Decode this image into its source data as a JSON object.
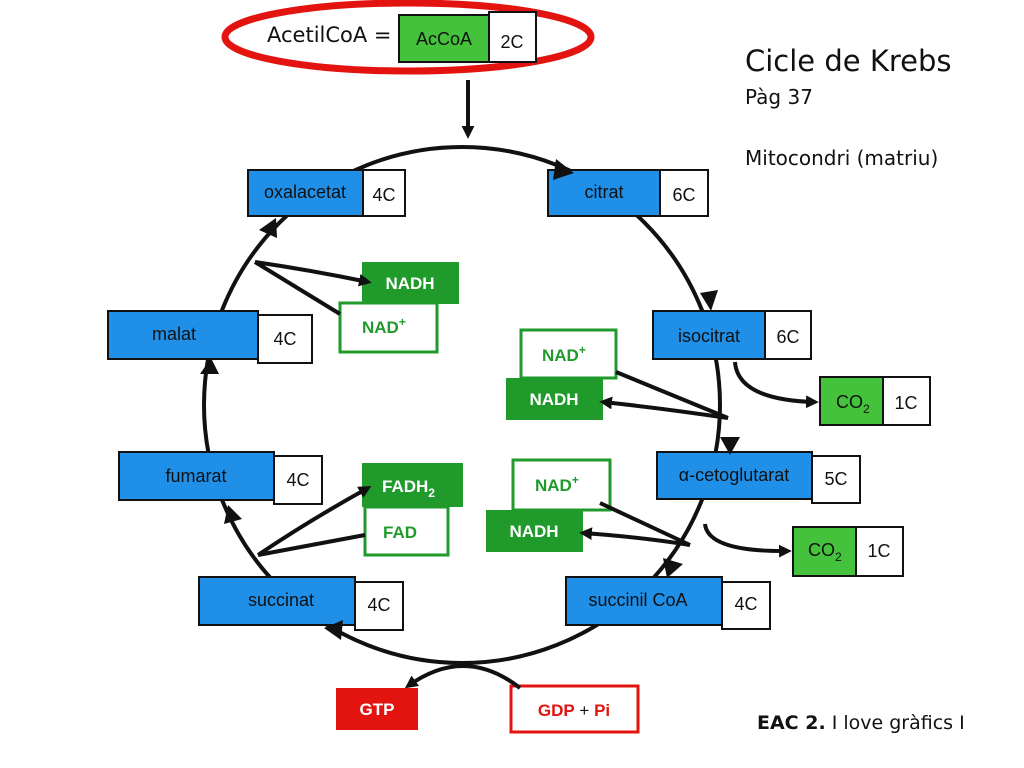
{
  "header": {
    "acetil_label": "AcetilCoA =",
    "accoa_box": "AcCoA",
    "accoa_carbons": "2C"
  },
  "title": {
    "main": "Cicle de Krebs",
    "page": "Pàg 37",
    "location": "Mitocondri (matriu)"
  },
  "metabolites": {
    "oxalacetat": {
      "name": "oxalacetat",
      "carbons": "4C"
    },
    "citrat": {
      "name": "citrat",
      "carbons": "6C"
    },
    "isocitrat": {
      "name": "isocitrat",
      "carbons": "6C"
    },
    "cetoglutarat": {
      "name": "α-cetoglutarat",
      "carbons": "5C"
    },
    "succinil": {
      "name": "succinil CoA",
      "carbons": "4C"
    },
    "succinat": {
      "name": "succinat",
      "carbons": "4C"
    },
    "fumarat": {
      "name": "fumarat",
      "carbons": "4C"
    },
    "malat": {
      "name": "malat",
      "carbons": "4C"
    }
  },
  "co2": [
    {
      "label": "CO",
      "sub": "2",
      "carbons": "1C"
    },
    {
      "label": "CO",
      "sub": "2",
      "carbons": "1C"
    }
  ],
  "cofactors": {
    "nadh": "NADH",
    "nad": "NAD",
    "nad_sup": "+",
    "fadh": "FADH",
    "fadh_sub": "2",
    "fad": "FAD",
    "gtp": "GTP",
    "gdp": "GDP",
    "plus": " + ",
    "pi": "Pi"
  },
  "footer": {
    "bold": "EAC 2.",
    "rest": " I love gràfics I"
  },
  "colors": {
    "metabolite": "#1f8fe8",
    "co2": "#44c23c",
    "cofactor": "#1f9a2b",
    "energy": "#e3130f",
    "highlight": "#e3130f"
  }
}
